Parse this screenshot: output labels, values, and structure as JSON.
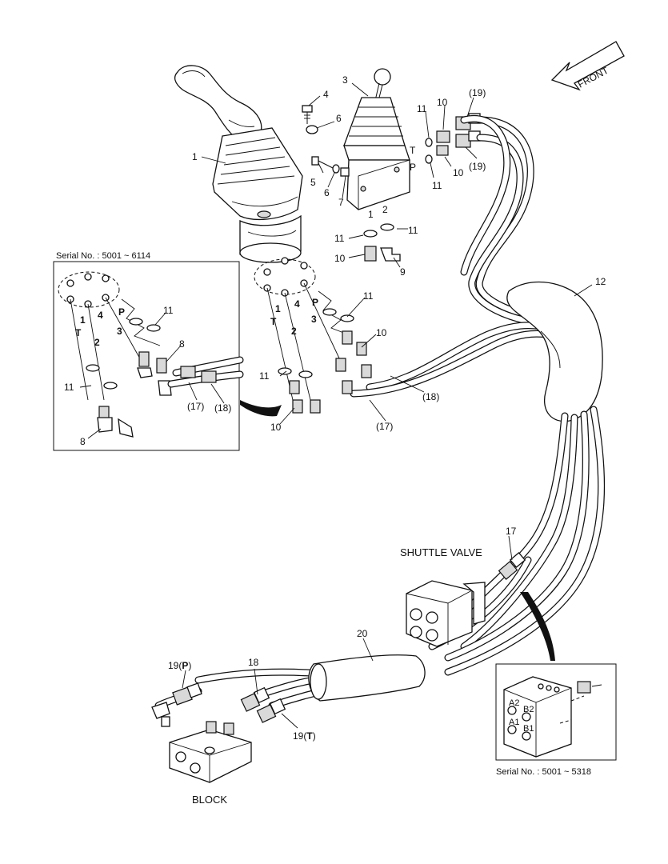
{
  "front_label": "FRONT",
  "callouts": {
    "c1": "1",
    "c2": "2",
    "c3": "3",
    "c4": "4",
    "c5": "5",
    "c6": "6",
    "c7": "7",
    "c8": "8",
    "c9": "9",
    "c10": "10",
    "c11": "11",
    "c12": "12",
    "c17": "17",
    "c18": "18",
    "c19": "(19)",
    "c20": "20",
    "p17": "(17)",
    "p18": "(18)",
    "c19P_num": "19(",
    "c19P_letter": "P",
    "c19T_num": "19(",
    "c19T_letter": "T",
    "close": ")"
  },
  "port_labels": {
    "T": "T",
    "P": "P",
    "one": "1",
    "two": "2",
    "three": "3",
    "four": "4"
  },
  "captions": {
    "shuttle_valve": "SHUTTLE VALVE",
    "block": "BLOCK",
    "serial_left": "Serial No. : 5001 ~ 6114",
    "serial_right": "Serial No. : 5001 ~ 5318"
  },
  "valve_marks": {
    "a2": "A2",
    "b2": "B2",
    "a1": "A1",
    "b1": "B1"
  },
  "icons": [
    "front-arrow-icon",
    "leader-arrow-icon"
  ]
}
